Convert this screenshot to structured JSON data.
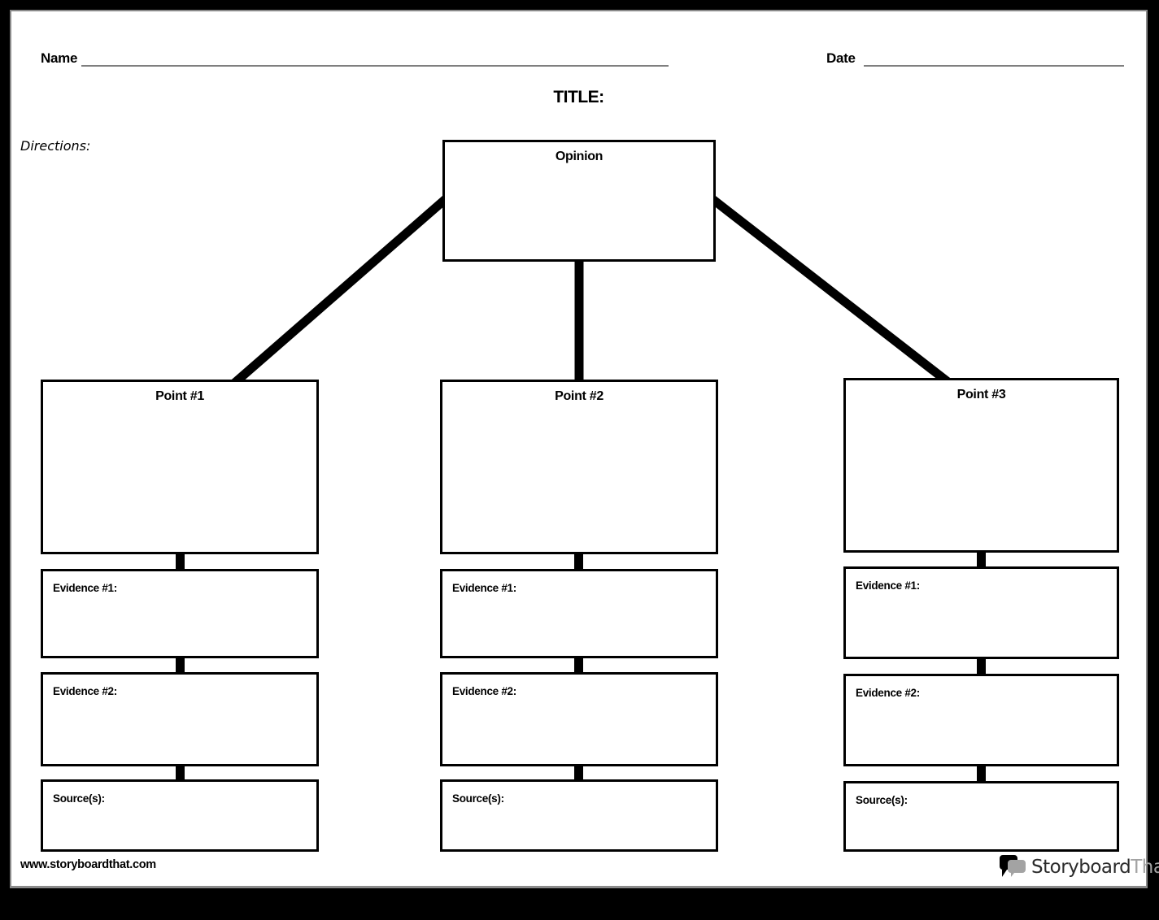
{
  "header": {
    "name_label": "Name",
    "date_label": "Date",
    "title_label": "TITLE:",
    "directions_label": "Directions:"
  },
  "organizer": {
    "opinion_label": "Opinion",
    "columns": [
      {
        "point_label": "Point #1",
        "evidence1_label": "Evidence #1:",
        "evidence2_label": "Evidence #2:",
        "sources_label": "Source(s):"
      },
      {
        "point_label": "Point #2",
        "evidence1_label": "Evidence #1:",
        "evidence2_label": "Evidence #2:",
        "sources_label": "Source(s):"
      },
      {
        "point_label": "Point #3",
        "evidence1_label": "Evidence #1:",
        "evidence2_label": "Evidence #2:",
        "sources_label": "Source(s):"
      }
    ]
  },
  "footer": {
    "website_url": "www.storyboardthat.com",
    "logo_text_primary": "Storyboard",
    "logo_text_secondary": "That",
    "logo_icon": "speech-bubbles-icon"
  },
  "colors": {
    "connector_black": "#000000",
    "underline_gray": "#7f7f7f",
    "logo_gray": "#a3a3a3",
    "logo_dark": "#2b2b2b",
    "page_background": "#ffffff",
    "outer_frame": "#000000"
  }
}
